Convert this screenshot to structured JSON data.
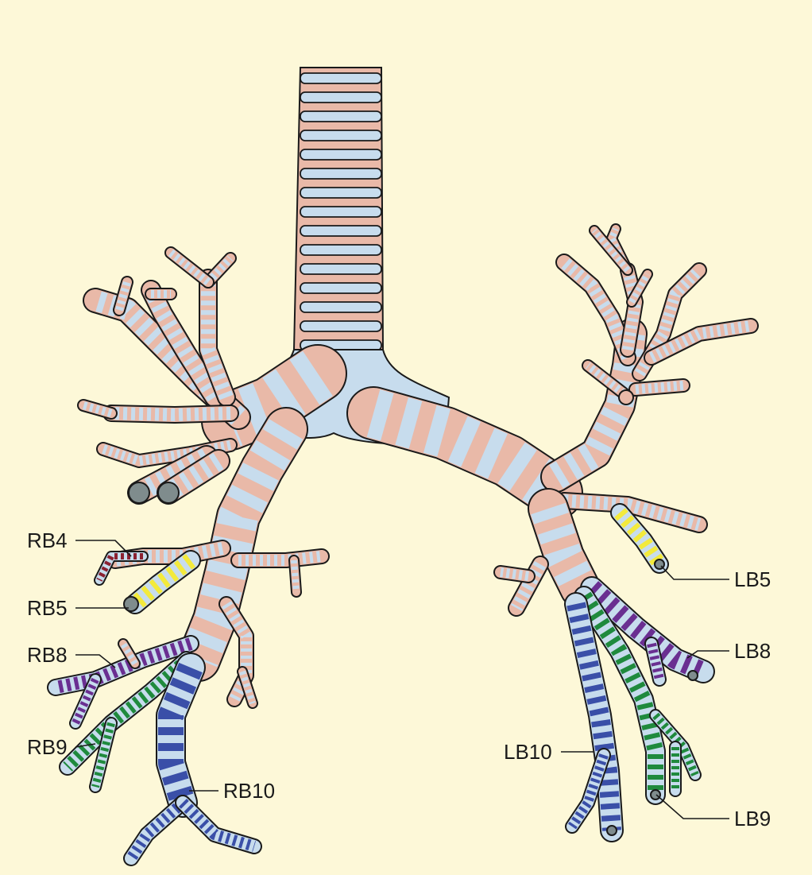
{
  "colors": {
    "background": "#fdf8d8",
    "cartilage": "#e9b9a8",
    "ring": "#c7dced",
    "outline": "#1a1a1a",
    "rb4": "#8b2131",
    "rb5_lb5": "#f3ea3c",
    "rb8_lb8": "#6a2f91",
    "rb9_lb9": "#1f8a3d",
    "rb10_lb10": "#3a4fa8"
  },
  "labels": {
    "rb4": "RB4",
    "rb5": "RB5",
    "rb8": "RB8",
    "rb9": "RB9",
    "rb10": "RB10",
    "lb5": "LB5",
    "lb8": "LB8",
    "lb9": "LB9",
    "lb10": "LB10"
  }
}
